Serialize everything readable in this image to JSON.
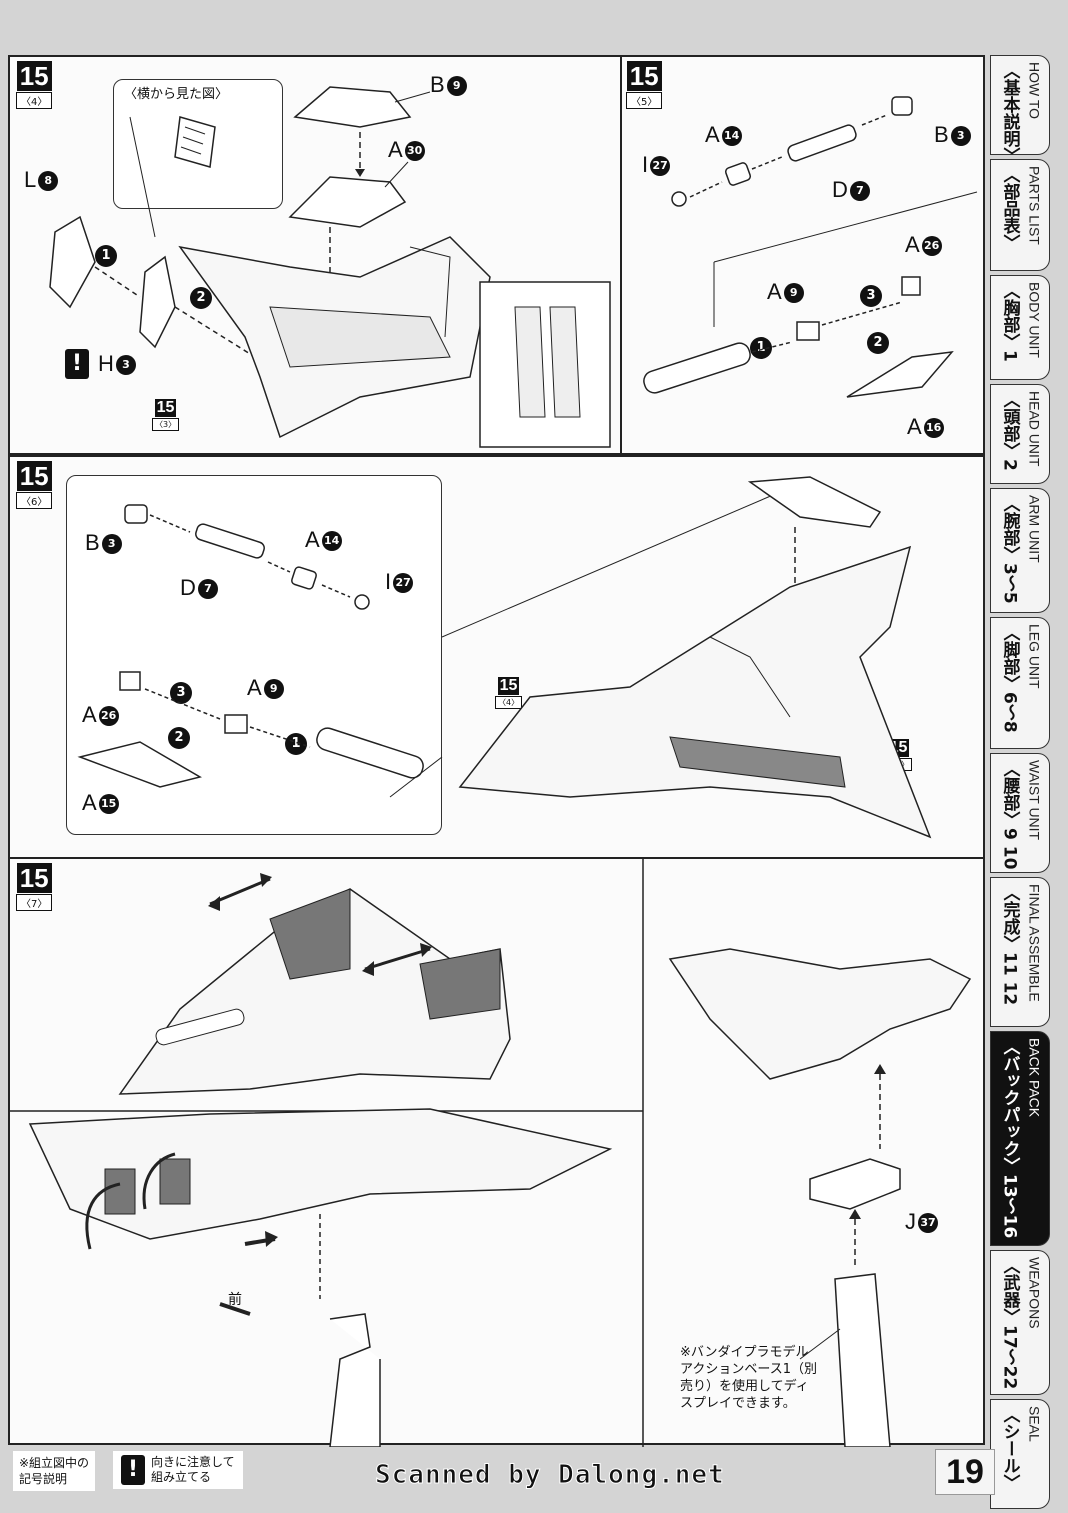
{
  "panel_4": {
    "step": "15",
    "sub": "〈4〉",
    "side_view_caption": "〈横から見た図〉",
    "ref_step": "15",
    "ref_sub": "〈3〉",
    "labels": {
      "b9": "B",
      "b9_num": "9",
      "a30": "A",
      "a30_num": "30",
      "l8": "L",
      "l8_num": "8",
      "h3": "H",
      "h3_num": "3"
    },
    "order": [
      "1",
      "2"
    ],
    "caution": "!"
  },
  "panel_5": {
    "step": "15",
    "sub": "〈5〉",
    "labels": {
      "a14": "A",
      "a14_num": "14",
      "b3": "B",
      "b3_num": "3",
      "i27": "I",
      "i27_num": "27",
      "d7": "D",
      "d7_num": "7",
      "a26": "A",
      "a26_num": "26",
      "a9": "A",
      "a9_num": "9",
      "a16": "A",
      "a16_num": "16"
    },
    "order": [
      "1",
      "2",
      "3"
    ]
  },
  "panel_6": {
    "step": "15",
    "sub": "〈6〉",
    "labels": {
      "b3": "B",
      "b3_num": "3",
      "a14": "A",
      "a14_num": "14",
      "d7": "D",
      "d7_num": "7",
      "i27": "I",
      "i27_num": "27",
      "a9": "A",
      "a9_num": "9",
      "a26": "A",
      "a26_num": "26",
      "a15": "A",
      "a15_num": "15"
    },
    "order": [
      "1",
      "2",
      "3"
    ],
    "ref_left": {
      "step": "15",
      "sub": "〈4〉"
    },
    "ref_right": {
      "step": "15",
      "sub": "〈5〉"
    }
  },
  "panel_7": {
    "step": "15",
    "sub": "〈7〉",
    "front_label": "前",
    "j37": "J",
    "j37_num": "37",
    "note": "※バンダイプラモデル\nアクションベース1（別\n売り）を使用してディ\nスプレイできます。"
  },
  "side_tabs": [
    {
      "jp": "〈基本説明〉",
      "en": "HOW TO"
    },
    {
      "jp": "〈部品表〉",
      "en": "PARTS LIST"
    },
    {
      "jp": "〈胸部〉1",
      "en": "BODY UNIT"
    },
    {
      "jp": "〈頭部〉2",
      "en": "HEAD UNIT"
    },
    {
      "jp": "〈腕部〉3〜5",
      "en": "ARM UNIT"
    },
    {
      "jp": "〈脚部〉6〜8",
      "en": "LEG UNIT"
    },
    {
      "jp": "〈腰部〉9 10",
      "en": "WAIST UNIT"
    },
    {
      "jp": "〈完成〉11 12",
      "en": "FINAL ASSEMBLE"
    },
    {
      "jp": "〈バックパック〉13〜16",
      "en": "BACK PACK"
    },
    {
      "jp": "〈武器〉17〜22",
      "en": "WEAPONS"
    },
    {
      "jp": "〈シール〉",
      "en": "SEAL"
    }
  ],
  "footer": {
    "legend_title": "※組立図中の\n記号説明",
    "caution_symbol": "!",
    "caution_text": "向きに注意して\n組み立てる",
    "scanned": "Scanned by Dalong.net",
    "page_number": "19"
  }
}
